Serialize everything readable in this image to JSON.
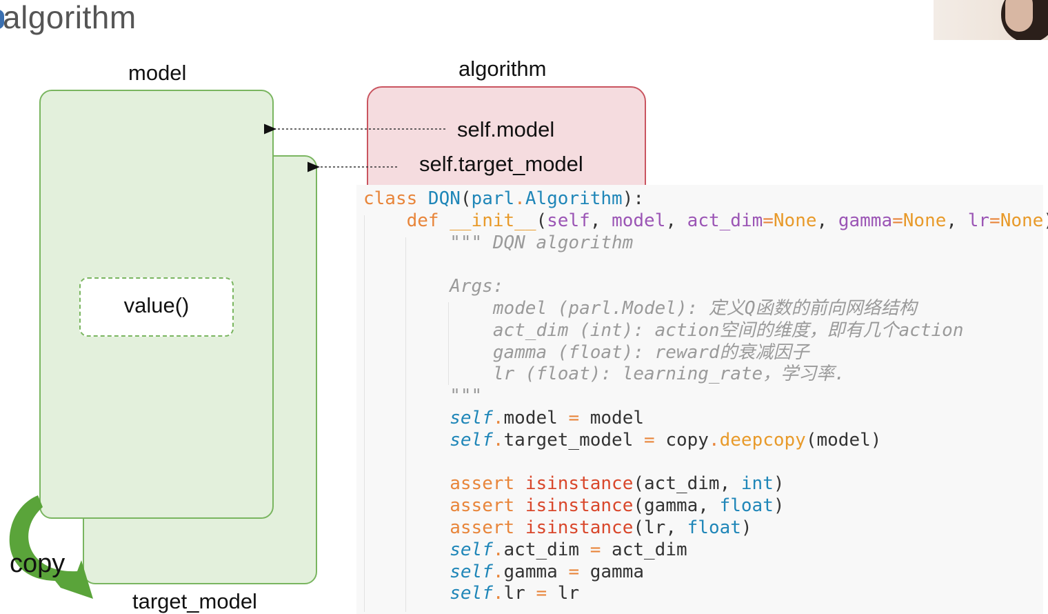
{
  "slide": {
    "title": "algorithm"
  },
  "diagram": {
    "model_label": "model",
    "algorithm_label": "algorithm",
    "value_label": "value()",
    "self_model_label": "self.model",
    "self_target_model_label": "self.target_model",
    "copy_label": "copy",
    "target_model_label": "target_model"
  },
  "code": {
    "lines": [
      [
        {
          "t": "class ",
          "c": "kw"
        },
        {
          "t": "DQN",
          "c": "cls"
        },
        {
          "t": "(",
          "c": ""
        },
        {
          "t": "parl",
          "c": "cls"
        },
        {
          "t": ".",
          "c": "op"
        },
        {
          "t": "Algorithm",
          "c": "cls"
        },
        {
          "t": "):",
          "c": ""
        }
      ],
      [
        {
          "t": "    ",
          "c": ""
        },
        {
          "t": "def ",
          "c": "def"
        },
        {
          "t": "__init__",
          "c": "fn"
        },
        {
          "t": "(",
          "c": ""
        },
        {
          "t": "self",
          "c": "par"
        },
        {
          "t": ", ",
          "c": ""
        },
        {
          "t": "model",
          "c": "par"
        },
        {
          "t": ", ",
          "c": ""
        },
        {
          "t": "act_dim",
          "c": "par"
        },
        {
          "t": "=",
          "c": "op"
        },
        {
          "t": "None",
          "c": "fn"
        },
        {
          "t": ", ",
          "c": ""
        },
        {
          "t": "gamma",
          "c": "par"
        },
        {
          "t": "=",
          "c": "op"
        },
        {
          "t": "None",
          "c": "fn"
        },
        {
          "t": ", ",
          "c": ""
        },
        {
          "t": "lr",
          "c": "par"
        },
        {
          "t": "=",
          "c": "op"
        },
        {
          "t": "None",
          "c": "fn"
        },
        {
          "t": "):",
          "c": ""
        }
      ],
      [
        {
          "t": "        \"\"\" DQN algorithm",
          "c": "doc"
        }
      ],
      [
        {
          "t": "",
          "c": ""
        }
      ],
      [
        {
          "t": "        Args:",
          "c": "doc"
        }
      ],
      [
        {
          "t": "            model (parl.Model): 定义Q函数的前向网络结构",
          "c": "doc"
        }
      ],
      [
        {
          "t": "            act_dim (int): action空间的维度，即有几个action",
          "c": "doc"
        }
      ],
      [
        {
          "t": "            gamma (float): reward的衰减因子",
          "c": "doc"
        }
      ],
      [
        {
          "t": "            lr (float): learning_rate，学习率.",
          "c": "doc"
        }
      ],
      [
        {
          "t": "        \"\"\"",
          "c": "doc"
        }
      ],
      [
        {
          "t": "        ",
          "c": ""
        },
        {
          "t": "self",
          "c": "self"
        },
        {
          "t": ".",
          "c": "op"
        },
        {
          "t": "model ",
          "c": ""
        },
        {
          "t": "=",
          "c": "op"
        },
        {
          "t": " model",
          "c": ""
        }
      ],
      [
        {
          "t": "        ",
          "c": ""
        },
        {
          "t": "self",
          "c": "self"
        },
        {
          "t": ".",
          "c": "op"
        },
        {
          "t": "target_model ",
          "c": ""
        },
        {
          "t": "=",
          "c": "op"
        },
        {
          "t": " copy",
          "c": ""
        },
        {
          "t": ".",
          "c": "op"
        },
        {
          "t": "deepcopy",
          "c": "fn"
        },
        {
          "t": "(model)",
          "c": ""
        }
      ],
      [
        {
          "t": "",
          "c": ""
        }
      ],
      [
        {
          "t": "        ",
          "c": ""
        },
        {
          "t": "assert ",
          "c": "kw"
        },
        {
          "t": "isinstance",
          "c": "bi"
        },
        {
          "t": "(act_dim, ",
          "c": ""
        },
        {
          "t": "int",
          "c": "cls"
        },
        {
          "t": ")",
          "c": ""
        }
      ],
      [
        {
          "t": "        ",
          "c": ""
        },
        {
          "t": "assert ",
          "c": "kw"
        },
        {
          "t": "isinstance",
          "c": "bi"
        },
        {
          "t": "(gamma, ",
          "c": ""
        },
        {
          "t": "float",
          "c": "cls"
        },
        {
          "t": ")",
          "c": ""
        }
      ],
      [
        {
          "t": "        ",
          "c": ""
        },
        {
          "t": "assert ",
          "c": "kw"
        },
        {
          "t": "isinstance",
          "c": "bi"
        },
        {
          "t": "(lr, ",
          "c": ""
        },
        {
          "t": "float",
          "c": "cls"
        },
        {
          "t": ")",
          "c": ""
        }
      ],
      [
        {
          "t": "        ",
          "c": ""
        },
        {
          "t": "self",
          "c": "self"
        },
        {
          "t": ".",
          "c": "op"
        },
        {
          "t": "act_dim ",
          "c": ""
        },
        {
          "t": "=",
          "c": "op"
        },
        {
          "t": " act_dim",
          "c": ""
        }
      ],
      [
        {
          "t": "        ",
          "c": ""
        },
        {
          "t": "self",
          "c": "self"
        },
        {
          "t": ".",
          "c": "op"
        },
        {
          "t": "gamma ",
          "c": ""
        },
        {
          "t": "=",
          "c": "op"
        },
        {
          "t": " gamma",
          "c": ""
        }
      ],
      [
        {
          "t": "        ",
          "c": ""
        },
        {
          "t": "self",
          "c": "self"
        },
        {
          "t": ".",
          "c": "op"
        },
        {
          "t": "lr ",
          "c": ""
        },
        {
          "t": "=",
          "c": "op"
        },
        {
          "t": " lr",
          "c": ""
        }
      ]
    ]
  },
  "colors": {
    "model_fill": "#e3f0dc",
    "model_border": "#79b55f",
    "algorithm_fill": "#f5dcdf",
    "algorithm_border": "#c9545f",
    "copy_arrow": "#5aa43a"
  }
}
